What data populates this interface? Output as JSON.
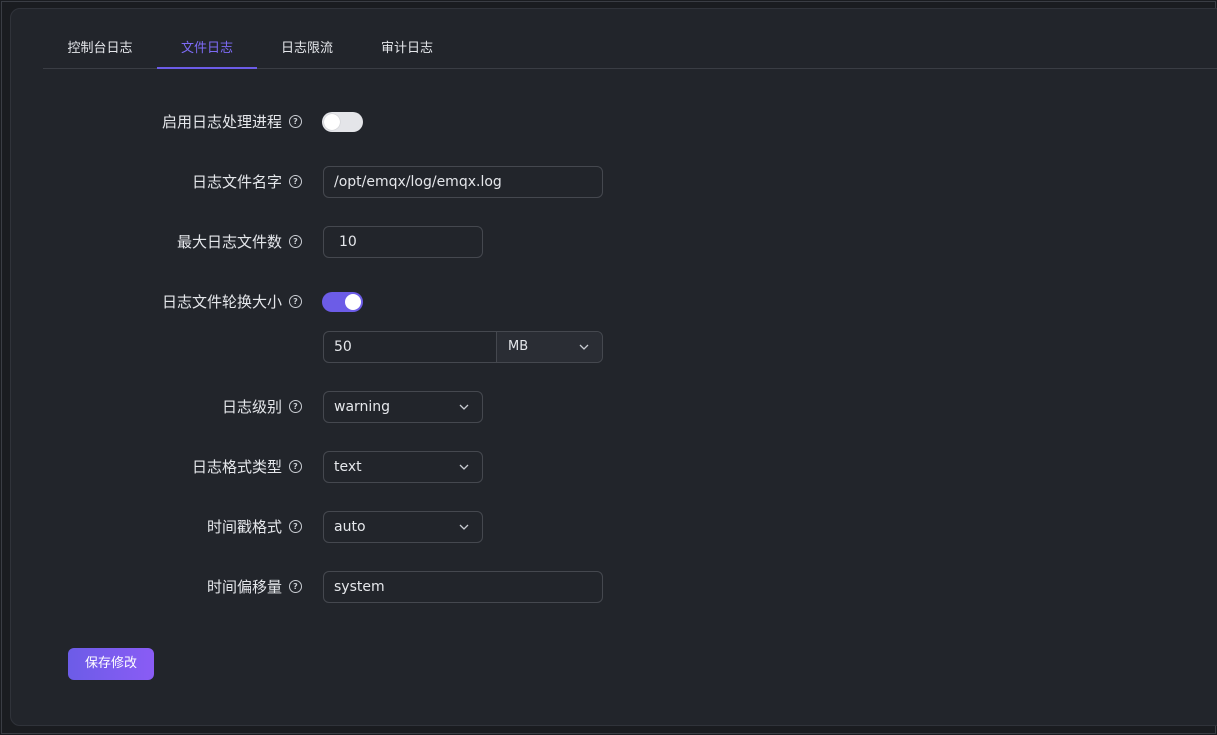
{
  "tabs": [
    {
      "label": "控制台日志",
      "active": false
    },
    {
      "label": "文件日志",
      "active": true
    },
    {
      "label": "日志限流",
      "active": false
    },
    {
      "label": "审计日志",
      "active": false
    }
  ],
  "form": {
    "enable_handler": {
      "label": "启用日志处理进程",
      "value": false
    },
    "file_name": {
      "label": "日志文件名字",
      "value": "/opt/emqx/log/emqx.log"
    },
    "max_files": {
      "label": "最大日志文件数",
      "value": "10"
    },
    "rotation_size": {
      "label": "日志文件轮换大小",
      "enabled": true,
      "value": "50",
      "unit": "MB"
    },
    "level": {
      "label": "日志级别",
      "value": "warning"
    },
    "formatter": {
      "label": "日志格式类型",
      "value": "text"
    },
    "timestamp_format": {
      "label": "时间戳格式",
      "value": "auto"
    },
    "time_offset": {
      "label": "时间偏移量",
      "value": "system"
    }
  },
  "help_icon_glyph": "?",
  "save_button": {
    "label": "保存修改"
  },
  "colors": {
    "accent": "#6c5ce7",
    "background": "#22252b"
  }
}
